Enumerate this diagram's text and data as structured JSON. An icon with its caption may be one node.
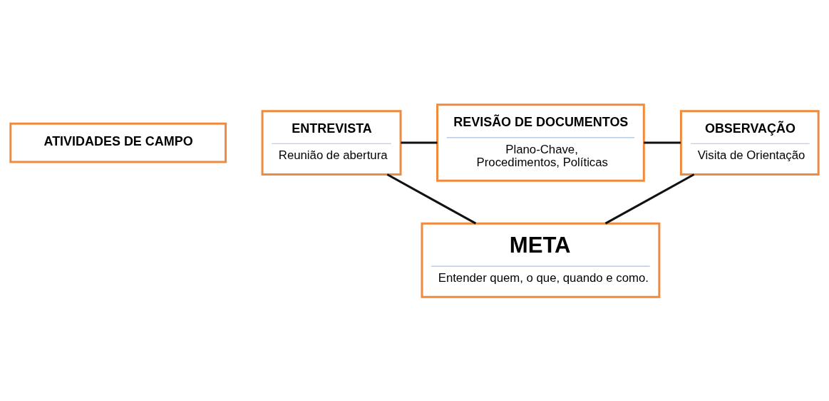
{
  "diagram": {
    "nodes": [
      {
        "text": [
          "ATIVIDADES DE CAMPO"
        ]
      },
      {
        "text": [
          "ENTREVISTA",
          "Reunião de abertura"
        ]
      },
      {
        "text": [
          "REVISÃO DE DOCUMENTOS",
          "Plano-Chave, Procedimentos, Políticas"
        ]
      },
      {
        "text": [
          "OBSERVAÇÃO",
          "Visita de Orientação"
        ]
      },
      {
        "text": [
          "META",
          "Entender quem, o que, quando e como."
        ]
      }
    ],
    "edges": [
      {
        "from": 1,
        "to": 2,
        "arrow": "none"
      },
      {
        "from": 2,
        "to": 3,
        "arrow": "none"
      },
      {
        "from": 1,
        "to": 4,
        "arrow": "none"
      },
      {
        "from": 3,
        "to": 4,
        "arrow": "none"
      }
    ]
  }
}
